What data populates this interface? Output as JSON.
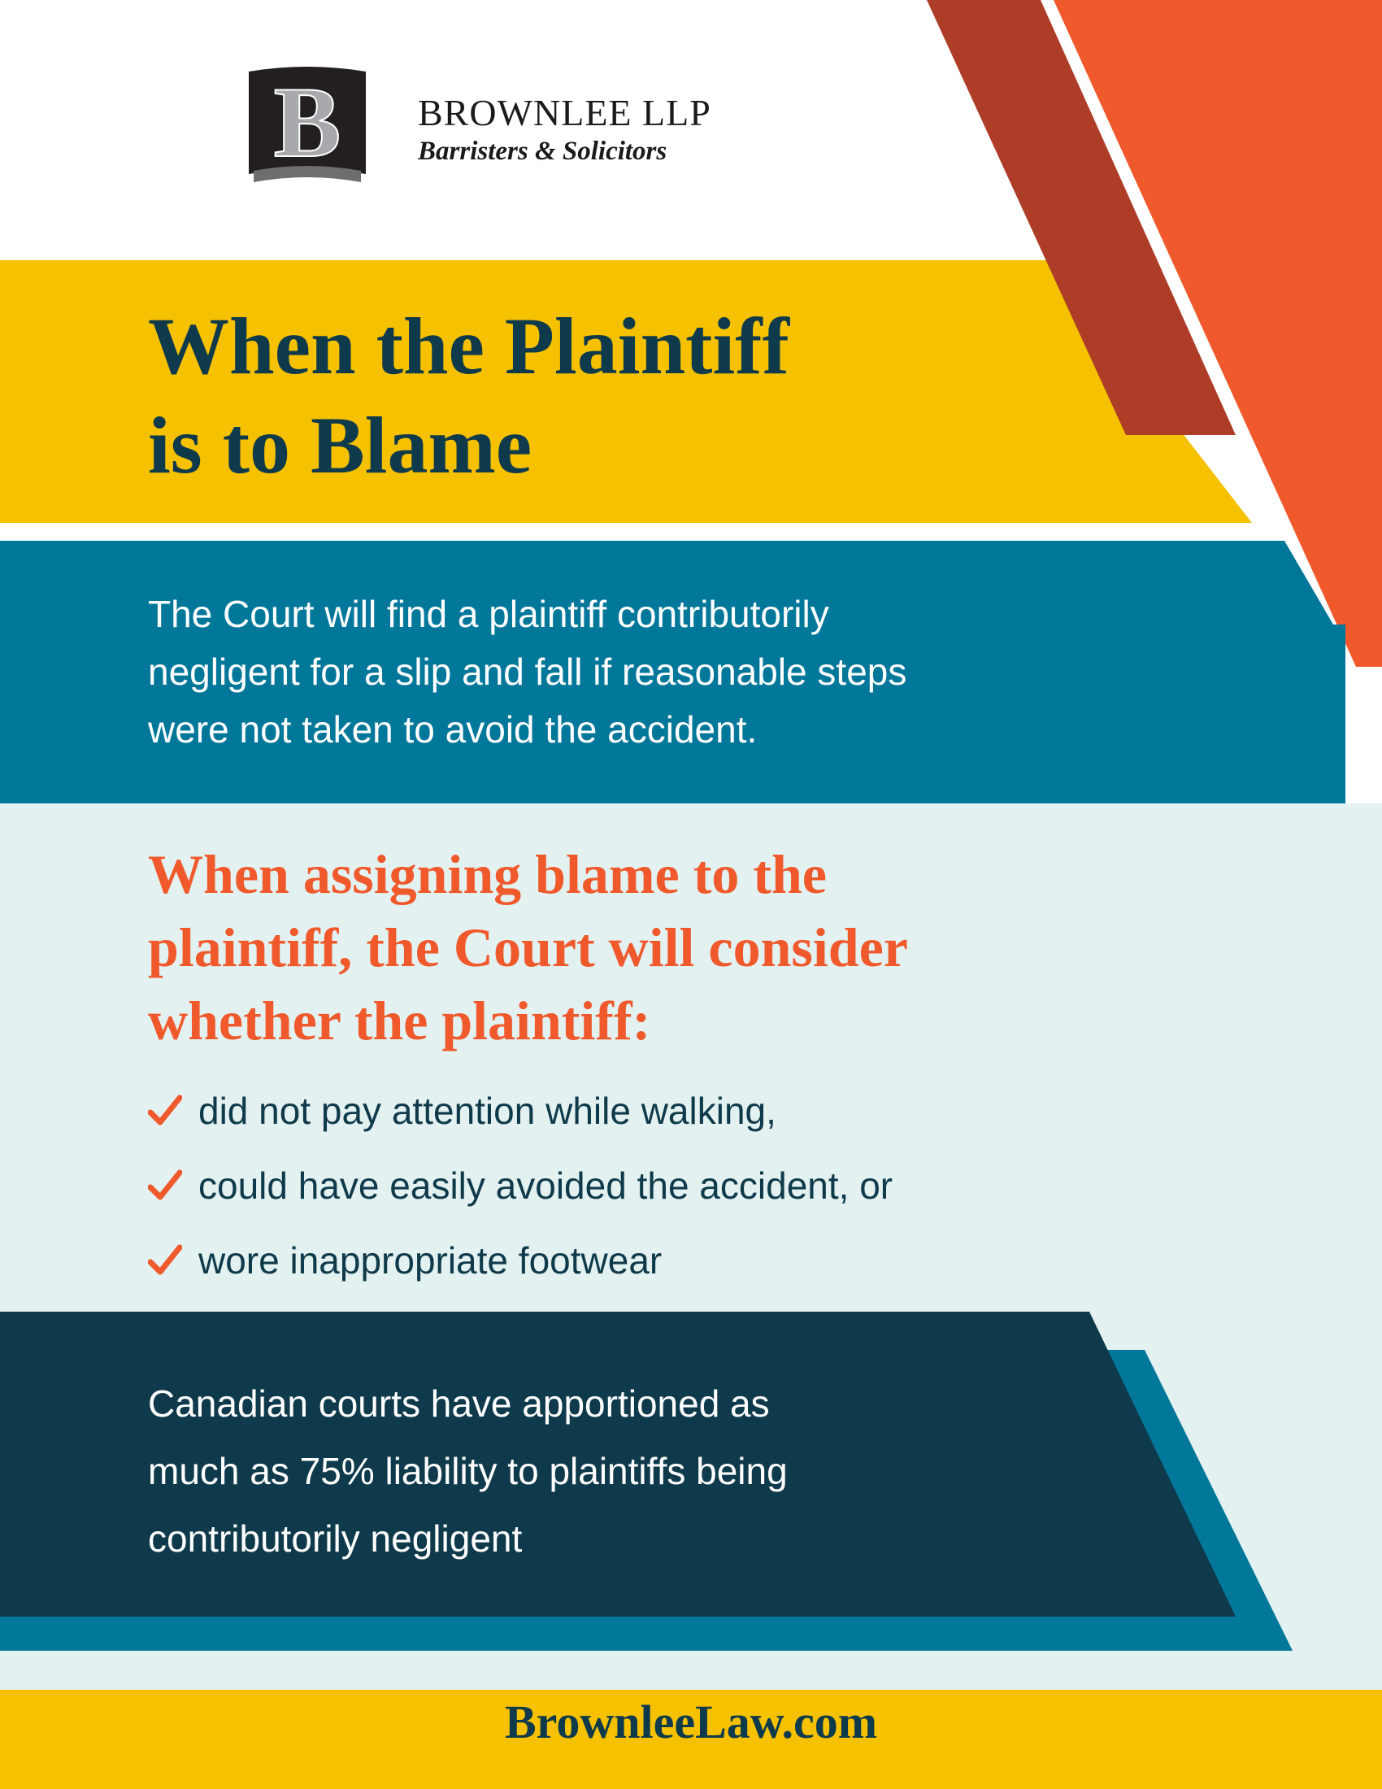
{
  "brand": {
    "logo_letter": "B",
    "firm_name": "BROWNLEE LLP",
    "tagline": "Barristers & Solicitors"
  },
  "headline": {
    "line1": "When the Plaintiff",
    "line2": "is to Blame"
  },
  "intro": {
    "line1": "The Court will find a plaintiff contributorily",
    "line2": "negligent for a slip and fall if reasonable steps",
    "line3": "were not taken to avoid the accident."
  },
  "criteria": {
    "heading_line1": "When assigning blame to the",
    "heading_line2": "plaintiff, the Court will consider",
    "heading_line3": "whether the plaintiff:",
    "items": [
      "did not pay attention while walking,",
      "could have easily avoided the accident, or",
      "wore inappropriate footwear"
    ]
  },
  "statistic": {
    "line1": "Canadian courts have apportioned as",
    "line2": "much as 75% liability to plaintiffs being",
    "line3": "contributorily negligent"
  },
  "footer": {
    "website": "BrownleeLaw.com"
  },
  "colors": {
    "navy": "#0f3a4b",
    "teal": "#01779a",
    "yellow": "#f5c100",
    "orange": "#f0592b",
    "rust": "#ae3d27",
    "pale": "#e3f1f0"
  }
}
